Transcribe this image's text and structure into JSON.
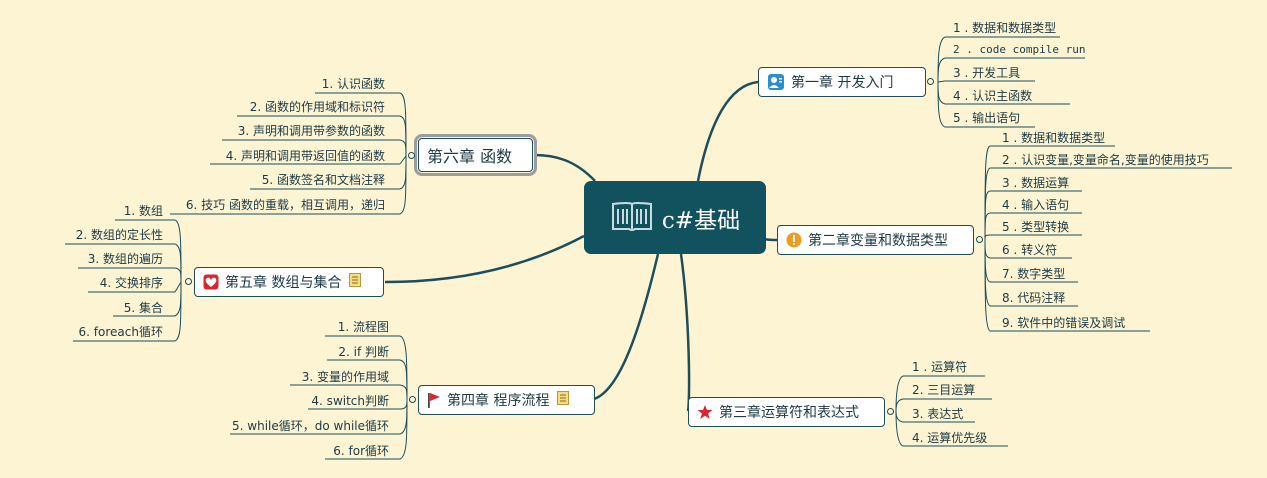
{
  "center": {
    "title": "c#基础"
  },
  "branches": {
    "ch1": {
      "label": "第一章  开发入门",
      "items": [
        "1 . 数据和数据类型",
        "2 . code compile run",
        "3 . 开发工具",
        "4 . 认识主函数",
        "5 . 输出语句"
      ]
    },
    "ch2": {
      "label": "第二章变量和数据类型",
      "items": [
        "1 . 数据和数据类型",
        "2 . 认识变量,变量命名,变量的使用技巧",
        "3 . 数据运算",
        "4 . 输入语句",
        "5 . 类型转换",
        "6 . 转义符",
        "7. 数字类型",
        "8. 代码注释",
        "9. 软件中的错误及调试"
      ]
    },
    "ch3": {
      "label": "第三章运算符和表达式",
      "items": [
        "1 . 运算符",
        "2. 三目运算",
        "3. 表达式",
        "4. 运算优先级"
      ]
    },
    "ch4": {
      "label": "第四章  程序流程",
      "items": [
        "1. 流程图",
        "2. if 判断",
        "3. 变量的作用域",
        "4. switch判断",
        "5. while循环，do while循环",
        "6. for循环"
      ]
    },
    "ch5": {
      "label": "第五章  数组与集合",
      "items": [
        "1. 数组",
        "2. 数组的定长性",
        "3. 数组的遍历",
        "4. 交换排序",
        "5. 集合",
        "6. foreach循环"
      ]
    },
    "ch6": {
      "label": "第六章 函数",
      "items": [
        "1. 认识函数",
        "2. 函数的作用域和标识符",
        "3. 声明和调用带参数的函数",
        "4. 声明和调用带返回值的函数",
        "5. 函数签名和文档注释",
        "6. 技巧 函数的重载，相互调用，递归"
      ]
    }
  },
  "icons": {
    "center": "book-icon",
    "ch1": "contacts-icon",
    "ch2": "exclamation-icon",
    "ch3": "star-icon",
    "ch4": "flag-icon",
    "ch5": "heart-icon",
    "note": "note-icon"
  },
  "colors": {
    "background": "#fcf4d3",
    "center": "#12525f",
    "line": "#1d4e5a",
    "contacts": "#2a8fce",
    "warning": "#f19b1c",
    "star": "#d9262e",
    "flag": "#d9262e",
    "heart": "#d9262e"
  }
}
